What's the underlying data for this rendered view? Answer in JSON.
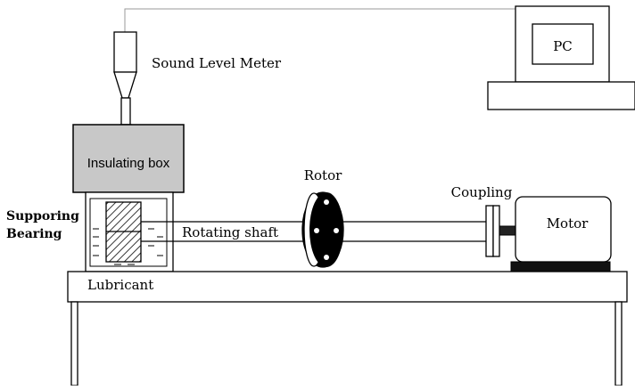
{
  "labels": {
    "sound_level_meter": "Sound Level Meter",
    "pc": "PC",
    "insulating_box": "Insulating box",
    "supporting_bearing_line1": "Supporing",
    "supporting_bearing_line2": "Bearing",
    "rotating_shaft": "Rotating shaft",
    "rotor": "Rotor",
    "coupling": "Coupling",
    "motor": "Motor",
    "lubricant": "Lubricant"
  },
  "colors": {
    "line": "#000000",
    "insulating_box_fill": "#c8c8c8",
    "rotor_fill": "#000000",
    "motor_base_fill": "#111111",
    "cable": "#9a9a9a",
    "background": "#ffffff"
  }
}
